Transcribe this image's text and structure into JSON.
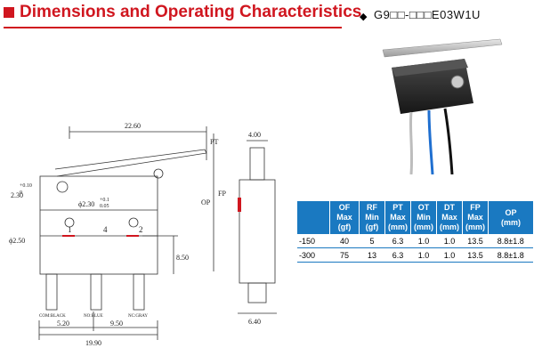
{
  "header": {
    "title": "Dimensions and Operating Characteristics",
    "model_label": "G9□□-□□□E03W1U"
  },
  "drawing": {
    "dims": {
      "overall_lever": "22.60",
      "pt": "PT",
      "fp": "FP",
      "op": "OP",
      "lever_height": "2.30",
      "lever_tol_plus": "+0.10",
      "lever_tol_minus": "0",
      "hole_dia": "ϕ2.30",
      "hole_tol_plus": "+0.1",
      "hole_tol_minus": "0.05",
      "pin_dia": "ϕ2.50",
      "height_850": "8.50",
      "pitch_520": "5.20",
      "pitch_950": "9.50",
      "width_1990": "19.90",
      "side_top": "4.00",
      "side_bottom": "6.40"
    },
    "terminals": {
      "t1": "1",
      "t4": "4",
      "t2": "2",
      "com": "COM:BLACK",
      "no": "NO:BLUE",
      "nc": "NC:GRAY"
    }
  },
  "spec_table": {
    "headers": [
      {
        "l1": "",
        "l2": "",
        "l3": ""
      },
      {
        "l1": "OF",
        "l2": "Max",
        "l3": "(gf)"
      },
      {
        "l1": "RF",
        "l2": "Min",
        "l3": "(gf)"
      },
      {
        "l1": "PT",
        "l2": "Max",
        "l3": "(mm)"
      },
      {
        "l1": "OT",
        "l2": "Min",
        "l3": "(mm)"
      },
      {
        "l1": "DT",
        "l2": "Max",
        "l3": "(mm)"
      },
      {
        "l1": "FP",
        "l2": "Max",
        "l3": "(mm)"
      },
      {
        "l1": "OP",
        "l2": "(mm)",
        "l3": ""
      }
    ],
    "rows": [
      [
        "-150",
        "40",
        "5",
        "6.3",
        "1.0",
        "1.0",
        "13.5",
        "8.8±1.8"
      ],
      [
        "-300",
        "75",
        "13",
        "6.3",
        "1.0",
        "1.0",
        "13.5",
        "8.8±1.8"
      ]
    ]
  },
  "colors": {
    "accent_red": "#d0161f",
    "table_blue": "#1a79c1"
  }
}
